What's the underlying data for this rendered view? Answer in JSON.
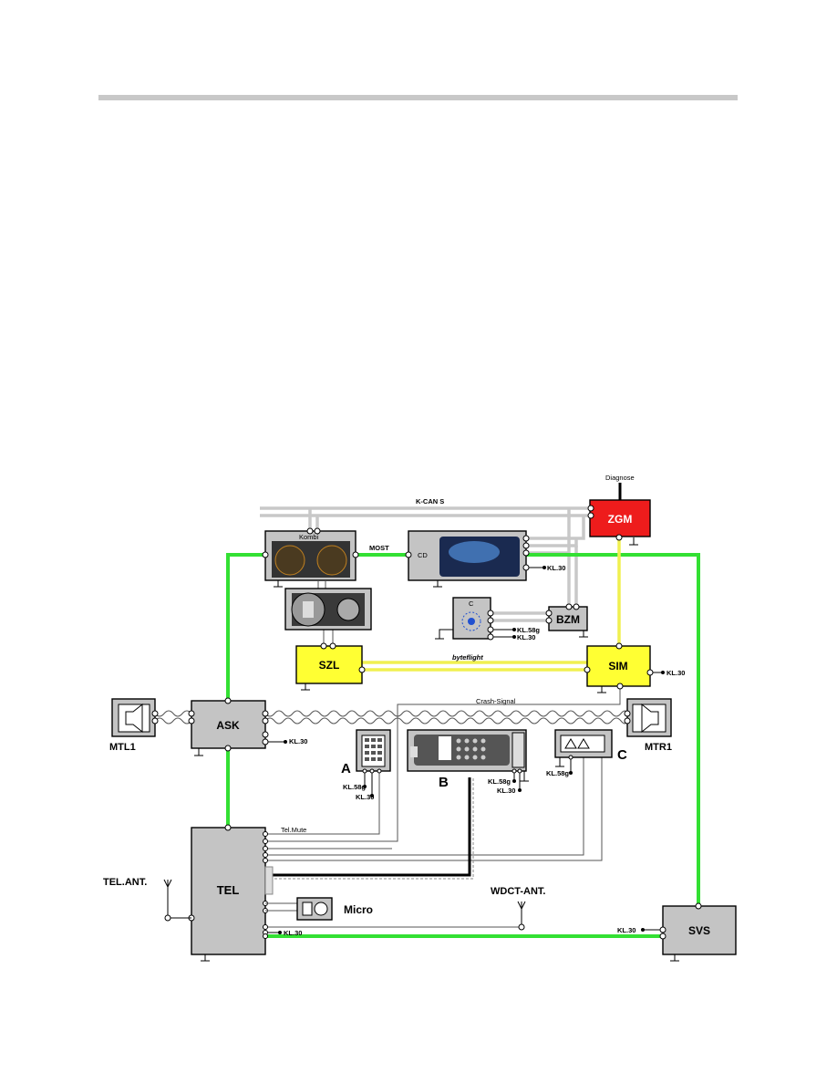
{
  "diagram": {
    "nodes": {
      "zgm": "ZGM",
      "sim": "SIM",
      "szl": "SZL",
      "ask": "ASK",
      "tel": "TEL",
      "svs": "SVS",
      "bzm": "BZM",
      "mtl1": "MTL1",
      "mtr1": "MTR1",
      "micro": "Micro",
      "kombi": "Kombi",
      "cd": "CD"
    },
    "labels": {
      "diagnose": "Diagnose",
      "kcan": "K-CAN S",
      "most": "MOST",
      "byteflight": "byteflight",
      "crash_signal": "Crash-Signal",
      "tel_mute": "Tel.Mute",
      "tel_ant": "TEL.ANT.",
      "wdct_ant": "WDCT-ANT.",
      "a": "A",
      "b": "B",
      "c": "C",
      "c_small": "C"
    },
    "terminals": {
      "kl30_cd": "KL.30",
      "kl58g_ctrl": "KL.58g",
      "kl30_ctrl": "KL.30",
      "kl30_sim": "KL.30",
      "kl30_ask": "KL.30",
      "kl58g_a": "KL.58g",
      "kl30_a": "KL.30",
      "kl58g_b": "KL.58g",
      "kl30_b": "KL.30",
      "kl58g_c": "KL.58g",
      "kl30_tel": "KL.30",
      "kl30_svs": "KL.30"
    },
    "colors": {
      "zgm": "#ee1c1c",
      "yellow_module": "#ffff33",
      "grey_module": "#c4c4c4",
      "most_bus": "#33e033",
      "byteflight_bus": "#f0f050",
      "kcan_bus": "#c8c8c8"
    }
  }
}
